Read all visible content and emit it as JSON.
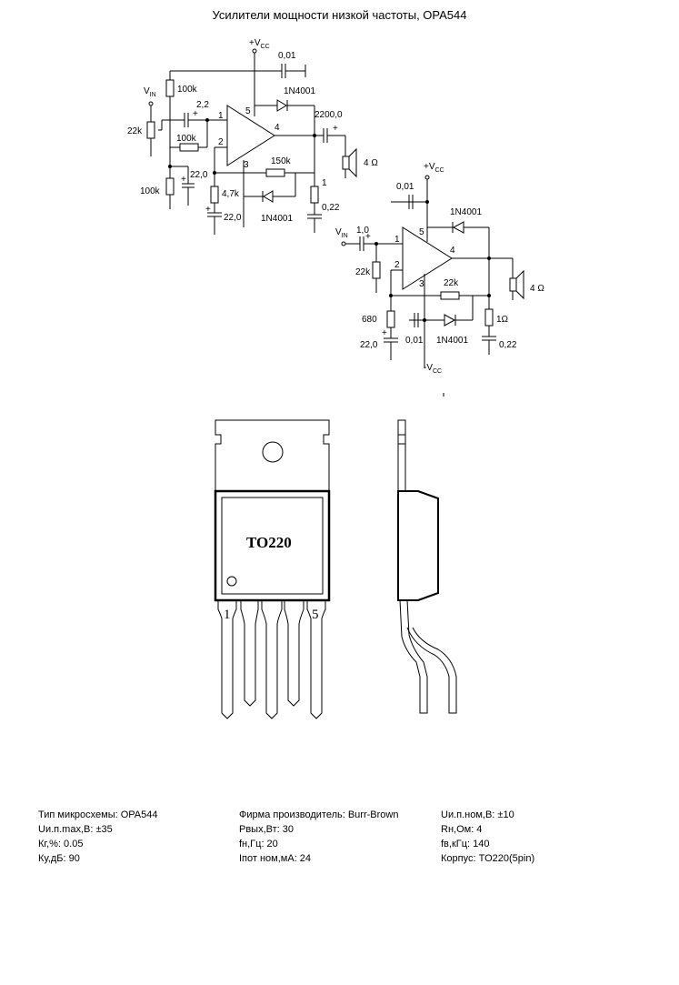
{
  "title": "Усилители мощности низкой частоты, OPA544",
  "circuit1": {
    "vcc_main": "+V",
    "vcc_sub": "CC",
    "vin_main": "V",
    "vin_sub": "IN",
    "r_top": "100k",
    "r_pot": "22k",
    "r_bias": "100k",
    "r_bottom": "100k",
    "r_47k": "4,7k",
    "r_fb": "150k",
    "r_out": "1",
    "c_top": "0,01",
    "c_in": "2,2",
    "c_bias": "22,0",
    "c_gnd": "22,0",
    "c_out": "2200,0",
    "c_zobel": "0,22",
    "d_top": "1N4001",
    "d_bottom": "1N4001",
    "speaker": "4 Ω",
    "pins": [
      "1",
      "2",
      "3",
      "4",
      "5"
    ]
  },
  "circuit2": {
    "vcc_main": "+V",
    "vcc_sub": "CC",
    "vee_main": "-V",
    "vee_sub": "CC",
    "vin_main": "V",
    "vin_sub": "IN",
    "c_in": "1,0",
    "r_in": "22k",
    "r_fb": "22k",
    "r_gnd": "680",
    "c_gnd": "22,0",
    "c_top": "0,01",
    "c_bot": "0,01",
    "d_top": "1N4001",
    "d_bottom": "1N4001",
    "r_out": "1Ω",
    "c_zobel": "0,22",
    "speaker": "4 Ω",
    "pins": [
      "1",
      "2",
      "3",
      "4",
      "5"
    ]
  },
  "package": {
    "name": "TO220",
    "pin_first": "1",
    "pin_last": "5"
  },
  "specs": {
    "col1": [
      "Тип микросхемы: OPA544",
      "Uи.п.max,В: ±35",
      "Кг,%: 0.05",
      "Ку,дБ: 90"
    ],
    "col2": [
      "Фирма производитель: Burr-Brown",
      "Pвых,Вт: 30",
      "fн,Гц: 20",
      "Iпот ном,мА: 24"
    ],
    "col3": [
      "Uи.п.ном,В: ±10",
      "Rн,Ом: 4",
      "fв,кГц: 140",
      "Корпус: TO220(5pin)"
    ]
  }
}
